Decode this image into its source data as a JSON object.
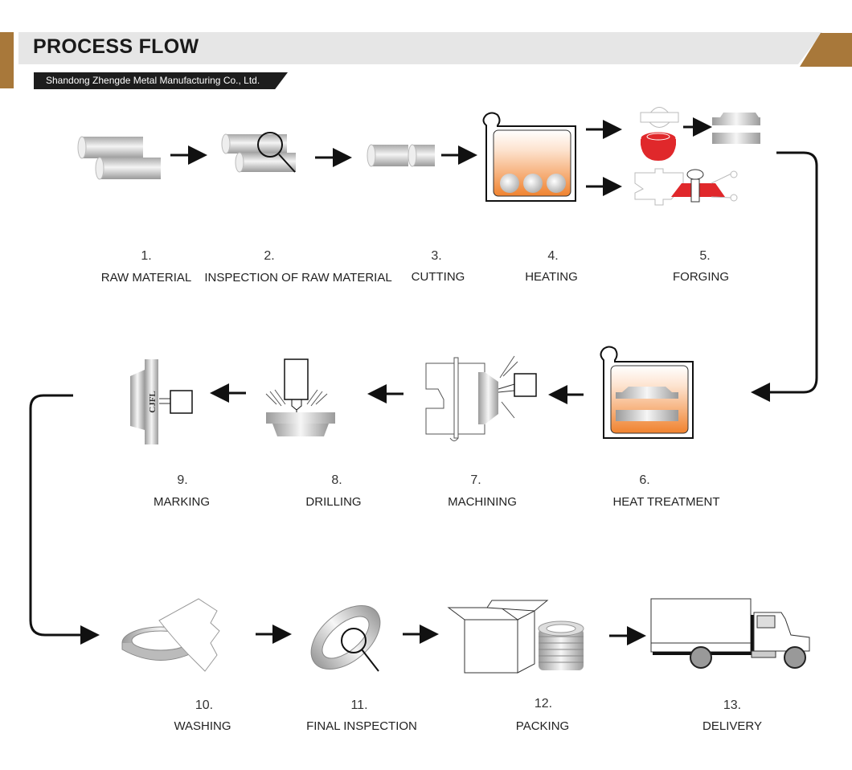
{
  "header": {
    "title": "PROCESS FLOW",
    "company": "Shandong Zhengde Metal Manufacturing Co., Ltd.",
    "accent_color": "#a8783a",
    "bar_color": "#e6e6e6"
  },
  "steps": [
    {
      "num": "1.",
      "label": "RAW MATERIAL",
      "icon": "steel-bars-icon"
    },
    {
      "num": "2.",
      "label": "INSPECTION OF RAW MATERIAL",
      "icon": "inspection-magnifier-icon"
    },
    {
      "num": "3.",
      "label": "CUTTING",
      "icon": "cut-billets-icon"
    },
    {
      "num": "4.",
      "label": "HEATING",
      "icon": "furnace-icon"
    },
    {
      "num": "5.",
      "label": "FORGING",
      "icon": "forging-die-icon"
    },
    {
      "num": "6.",
      "label": "HEAT TREATMENT",
      "icon": "heat-treatment-furnace-icon"
    },
    {
      "num": "7.",
      "label": "MACHINING",
      "icon": "lathe-icon"
    },
    {
      "num": "8.",
      "label": "DRILLING",
      "icon": "drill-icon"
    },
    {
      "num": "9.",
      "label": "MARKING",
      "icon": "marking-icon",
      "mark_text": "CJFL"
    },
    {
      "num": "10.",
      "label": "WASHING",
      "icon": "washing-flange-icon"
    },
    {
      "num": "11.",
      "label": "FINAL INSPECTION",
      "icon": "flange-inspection-icon"
    },
    {
      "num": "12.",
      "label": "PACKING",
      "icon": "box-and-flanges-icon"
    },
    {
      "num": "13.",
      "label": "DELIVERY",
      "icon": "truck-icon"
    }
  ],
  "colors": {
    "heat_orange": "#f08a3c",
    "forging_red": "#e0282b",
    "steel_gray": "#b5b5b5"
  }
}
